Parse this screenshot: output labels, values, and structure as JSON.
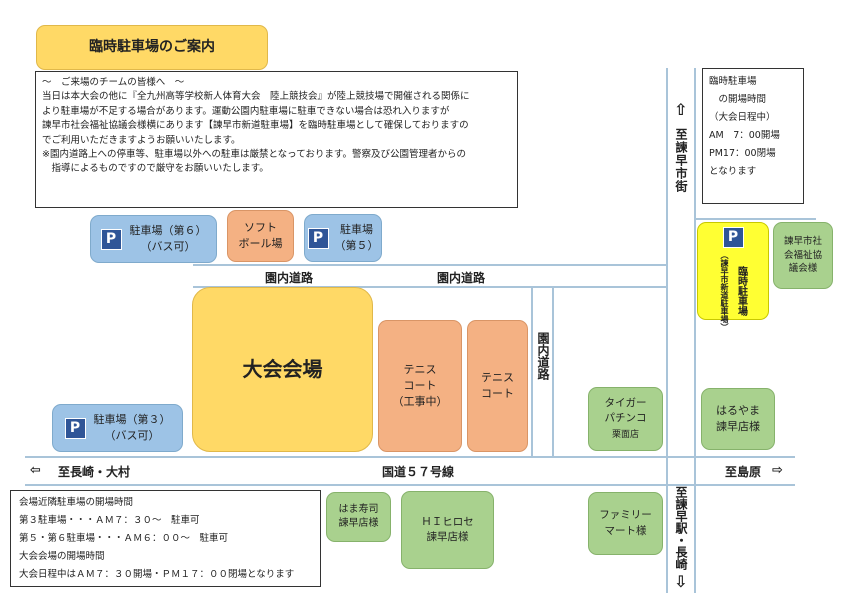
{
  "title": "臨時駐車場のご案内",
  "notice": {
    "lines": [
      "～　ご来場のチームの皆様へ　～",
      "当日は本大会の他に『全九州高等学校新人体育大会　陸上競技会』が陸上競技場で開催される関係に",
      "より駐車場が不足する場合があります。運動公園内駐車場に駐車できない場合は恐れ入りますが",
      "諫早市社会福祉協議会様横にあります【諫早市新道駐車場】を臨時駐車場として確保しておりますの",
      "でご利用いただきますようお願いいたします。",
      "※園内道路上への停車等、駐車場以外への駐車は厳禁となっております。警察及び公園管理者からの",
      "　指導によるものですので厳守をお願いいたします。"
    ]
  },
  "temp_parking_info": {
    "lines": [
      "臨時駐車場",
      "　の開場時間",
      "（大会日程中）",
      "AM　7：00開場",
      "PM17：00閉場",
      "となります"
    ]
  },
  "parking": {
    "p6": {
      "badge": "P",
      "line1": "駐車場（第６）",
      "line2": "（バス可）"
    },
    "p5": {
      "badge": "P",
      "line1": "駐車場",
      "line2": "（第５）"
    },
    "p3": {
      "badge": "P",
      "line1": "駐車場（第３）",
      "line2": "（バス可）"
    },
    "temp": {
      "badge": "P",
      "label": "臨時駐車場",
      "sub": "（諫早市新道駐車場）"
    }
  },
  "facilities": {
    "softball": {
      "line1": "ソフト",
      "line2": "ボール場"
    },
    "main_venue": "大会会場",
    "tennis1": {
      "line1": "テニス",
      "line2": "コート",
      "line3": "（工事中）"
    },
    "tennis2": {
      "line1": "テニス",
      "line2": "コート"
    },
    "welfare": {
      "line1": "諫早市社",
      "line2": "会福祉協",
      "line3": "議会様"
    },
    "tiger": {
      "line1": "タイガー",
      "line2": "パチンコ",
      "line3": "栗面店"
    },
    "haruyama": {
      "line1": "はるやま",
      "line2": "諫早店様"
    },
    "hamazushi": {
      "line1": "はま寿司",
      "line2": "諫早店様"
    },
    "hihirose": {
      "line1": "ＨＩヒロセ",
      "line2": "諫早店様"
    },
    "familymart": {
      "line1": "ファミリー",
      "line2": "マート様"
    }
  },
  "roads": {
    "inner_road_1": "園内道路",
    "inner_road_2": "園内道路",
    "inner_road_vertical": "園内道路",
    "route57": "国道５７号線",
    "to_nagasaki": "至長崎・大村",
    "to_shimabara": "至島原",
    "to_isahaya_city": "至諫早市街",
    "to_isahaya_station": "至諫早駅・長崎"
  },
  "arrows": {
    "left": "⇦",
    "right": "⇨",
    "up": "⇧",
    "down": "⇩"
  },
  "hours_box": {
    "lines": [
      "会場近隣駐車場の開場時間",
      "第３駐車場・・・ＡＭ７：３０～　駐車可",
      "第５・第６駐車場・・・ＡＭ６：００～　駐車可",
      "大会会場の開場時間",
      "大会日程中はＡＭ７：３０開場・ＰＭ１７：００閉場となります"
    ]
  }
}
